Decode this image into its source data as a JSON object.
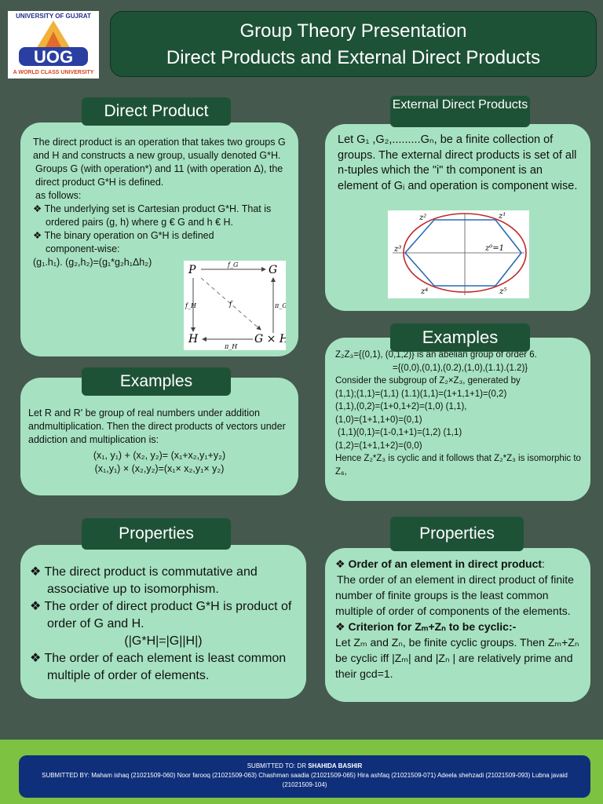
{
  "logo": {
    "university": "UNIVERSITY OF GUJRAT",
    "mark": "UOG",
    "tagline": "A WORLD CLASS UNIVERSITY"
  },
  "title": {
    "line1": "Group Theory Presentation",
    "line2": "Direct Products and External Direct Products"
  },
  "direct_product": {
    "header": "Direct Product",
    "p1": "The direct product is an operation that takes two groups G and H and constructs a new group, usually denoted G*H.",
    "p2": "Groups G (with operation*) and 11 (with operation Δ), the direct product G*H is defined.",
    "p3": "as follows:",
    "b1": "The underlying set is Cartesian product G*H. That is ordered pairs (g, h) where g € G and h € H.",
    "b2": "The binary operation on G*H is defined component-wise:",
    "formula": "(g₁.h₁). (g₂,h₂)=(g₁*g₂h₁Δh₂)",
    "diagram": {
      "P": "P",
      "G": "G",
      "H": "H",
      "GxH": "G × H",
      "fG": "f_G",
      "fH": "f_H",
      "f": "f",
      "piG": "π_G",
      "piH": "π_H"
    }
  },
  "external_direct": {
    "header": "External Direct Products",
    "text": "Let G₁ ,G₂,.........Gₙ, be a finite collection of groups. The external direct products is set of all n-tuples which the \"i\" th component is an element of Gᵢ and operation is component wise.",
    "hexagon_labels": [
      "z⁰=1",
      "z¹",
      "z²",
      "z³",
      "z⁴",
      "z⁵"
    ]
  },
  "examples_left": {
    "header": "Examples",
    "text": "Let R and R' be group of real numbers under addition andmultiplication. Then the direct products of vectors under addiction and multiplication is:",
    "f1": "(x₁, y₁) + (x₂, y₂)= (x₁+x₂,y₁+y₂)",
    "f2": "(x₁,y₁) × (x₂,y₂)=(x₁× x₂,y₁× y₂)"
  },
  "examples_right": {
    "header": "Examples",
    "lines": [
      "Z₂Z₃={(0,1), (0,1,2)} is an abelian group of order 6.",
      "={(0,0),(0,1),(0.2),(1,0),(1.1).(1.2)}",
      "Consider the subgroup of Z₂×Z₃, generated by",
      "(1,1);(1,1)=(1,1) (1.1)(1,1)=(1+1,1+1)=(0,2)",
      "(1,1),(0,2)=(1+0,1+2)=(1,0) (1,1),",
      "(1,0)=(1+1,1+0)=(0,1)",
      "(1,1)(0,1)=(1-0,1+1)=(1,2) (1,1)",
      "(1,2)=(1+1,1+2)=(0,0)",
      "Hence Z₂*Z₃ is cyclic and it follows that Z₂*Z₃ is isomorphic to Z₆,"
    ]
  },
  "properties_left": {
    "header": "Properties",
    "b1": "The direct product is commutative and associative up to isomorphism.",
    "b2": "The order of direct product G*H is product of order of G and H.",
    "formula": "(|G*H|=|G||H|)",
    "b3": "The order of each element is least common multiple of order of elements."
  },
  "properties_right": {
    "header": "Properties",
    "h1": "Order of an element in direct product",
    "t1": "The order of an element in direct product of finite number of finite groups is the least common multiple of order of components of the elements.",
    "h2": "Criterion for Zₘ+Zₙ to be cyclic:-",
    "t2": "Let Zₘ and Zₙ, be finite cyclic groups. Then Zₘ+Zₙ be cyclic iff |Zₘ| and |Zₙ | are relatively prime and their gcd=1."
  },
  "footer": {
    "line1_prefix": "SUBMITTED TO: DR",
    "line1_name": "SHAHIDA BASHIR",
    "line2": "SUBMITTED BY: Maham ishaq (21021509-060) Noor farooq (21021509-063) Chashman saadia (21021509-065) Hira ashfaq (21021509-071) Adeela shehzadi (21021509-093) Lubna javaid (21021509-104)"
  },
  "colors": {
    "background": "#45594e",
    "panel": "#a6e2c1",
    "header": "#1e5236",
    "footer_band": "#0f2f7a",
    "footer_stripe": "#7ec242"
  }
}
